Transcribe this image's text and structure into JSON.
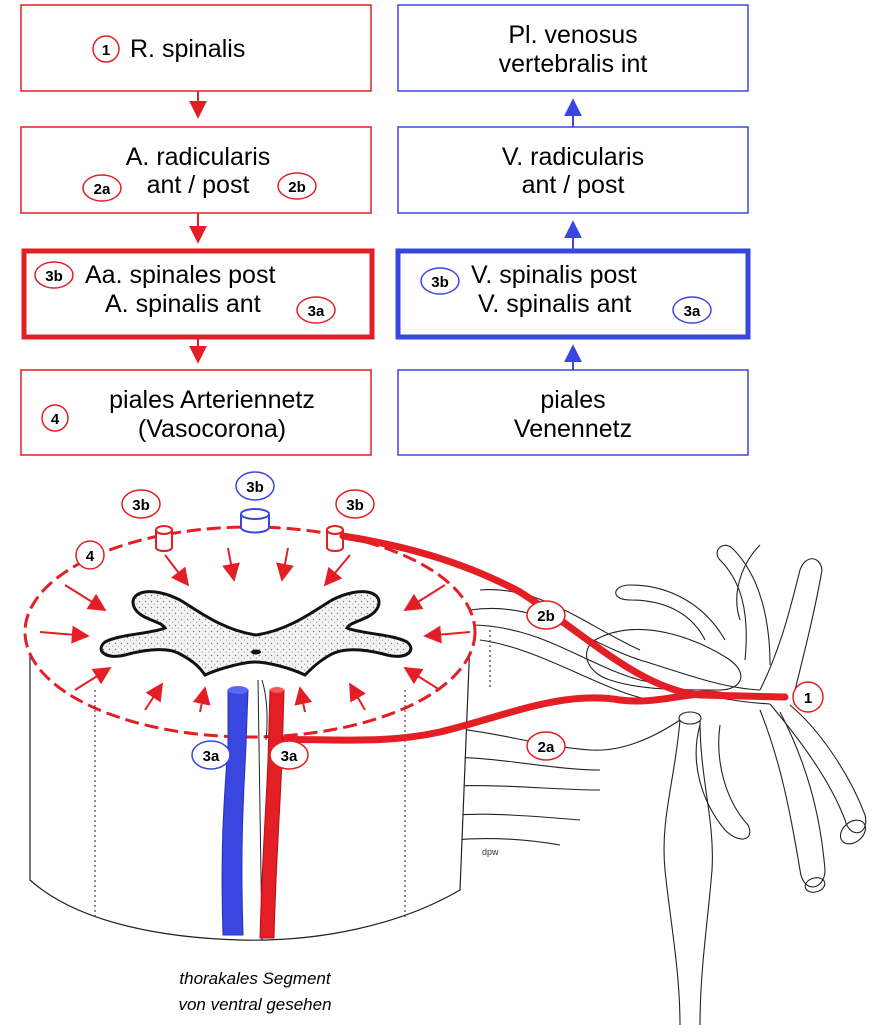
{
  "colors": {
    "artery": "#e31e24",
    "vein": "#3a46e0",
    "outline": "#222222",
    "gray_matter": "#efefef"
  },
  "arterial_chain": {
    "box1": {
      "badge": "1",
      "line1": "R. spinalis"
    },
    "box2": {
      "line1": "A. radicularis",
      "line2": "ant / post",
      "badge_left": "2a",
      "badge_right": "2b"
    },
    "box3": {
      "badge_top": "3b",
      "line1": "Aa. spinales post",
      "line2": "A. spinalis ant",
      "badge_bottom": "3a"
    },
    "box4": {
      "badge": "4",
      "line1": "piales Arteriennetz",
      "line2": "(Vasocorona)"
    }
  },
  "venous_chain": {
    "box1": {
      "line1": "Pl. venosus",
      "line2": "vertebralis int"
    },
    "box2": {
      "line1": "V. radicularis",
      "line2": "ant / post"
    },
    "box3": {
      "badge_top": "3b",
      "line1": "V. spinalis post",
      "line2": "V. spinalis ant",
      "badge_bottom": "3a"
    },
    "box4": {
      "line1": "piales",
      "line2": "Venennetz"
    }
  },
  "illustration": {
    "badges": {
      "vein_post": "3b",
      "art_post_left": "3b",
      "art_post_right": "3b",
      "vasocorona": "4",
      "radicular_post": "2b",
      "radicular_ant": "2a",
      "spinal_ramus": "1",
      "vein_ant": "3a",
      "art_ant": "3a"
    },
    "small_label": "dpw",
    "caption_line1": "thorakales Segment",
    "caption_line2": "von ventral gesehen"
  }
}
